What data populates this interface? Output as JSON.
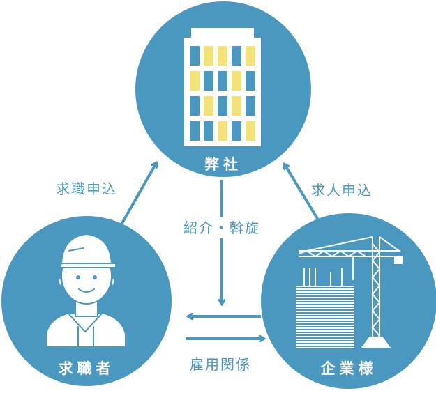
{
  "colors": {
    "circle": "#4a97c0",
    "arrow": "#4a97c0",
    "window_blue": "#4a97c0",
    "window_yellow": "#f3e17a",
    "white": "#ffffff"
  },
  "nodes": {
    "company": {
      "label": "弊社",
      "icon": "office-building-icon"
    },
    "job_seeker": {
      "label": "求職者",
      "icon": "worker-icon"
    },
    "employer": {
      "label": "企業様",
      "icon": "construction-crane-icon"
    }
  },
  "edges": {
    "seeker_to_company": "求職申込",
    "employer_to_company": "求人申込",
    "company_down": "紹介・斡旋",
    "employment": "雇用関係"
  }
}
